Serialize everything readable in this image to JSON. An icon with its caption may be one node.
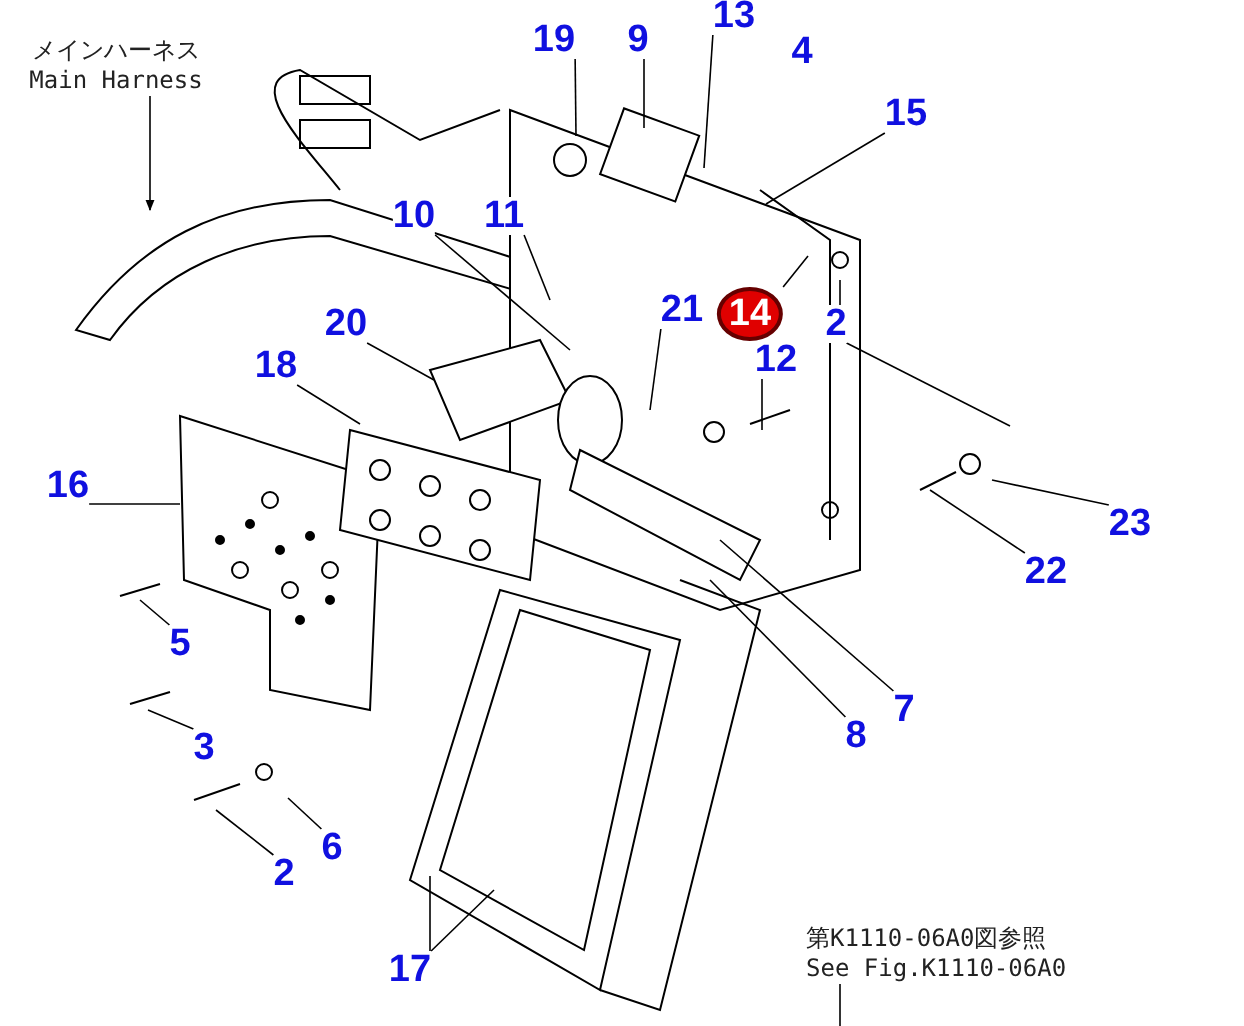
{
  "diagram": {
    "nodes": [
      {
        "text": [
          "メインハーネス Main Harness"
        ]
      },
      {
        "text": [
          "19"
        ]
      },
      {
        "text": [
          "9"
        ]
      },
      {
        "text": [
          "13"
        ]
      },
      {
        "text": [
          "4"
        ]
      },
      {
        "text": [
          "15"
        ]
      },
      {
        "text": [
          "10"
        ]
      },
      {
        "text": [
          "11"
        ]
      },
      {
        "text": [
          "20"
        ]
      },
      {
        "text": [
          "21"
        ]
      },
      {
        "text": [
          "14"
        ]
      },
      {
        "text": [
          "2"
        ]
      },
      {
        "text": [
          "12"
        ]
      },
      {
        "text": [
          "18"
        ]
      },
      {
        "text": [
          "16"
        ]
      },
      {
        "text": [
          "23"
        ]
      },
      {
        "text": [
          "22"
        ]
      },
      {
        "text": [
          "5"
        ]
      },
      {
        "text": [
          "7"
        ]
      },
      {
        "text": [
          "3"
        ]
      },
      {
        "text": [
          "8"
        ]
      },
      {
        "text": [
          "6"
        ]
      },
      {
        "text": [
          "2"
        ]
      },
      {
        "text": [
          "17"
        ]
      },
      {
        "text": [
          "第K1110-06A0図参照 See Fig.K1110-06A0"
        ]
      }
    ],
    "edges": [
      {
        "from": 0,
        "to": null,
        "arrow": "to"
      },
      {
        "from": 1,
        "to": null,
        "arrow": "none"
      },
      {
        "from": 2,
        "to": null,
        "arrow": "none"
      },
      {
        "from": 3,
        "to": null,
        "arrow": "none"
      },
      {
        "from": 5,
        "to": null,
        "arrow": "none"
      },
      {
        "from": 6,
        "to": null,
        "arrow": "none"
      },
      {
        "from": 7,
        "to": null,
        "arrow": "none"
      },
      {
        "from": 8,
        "to": null,
        "arrow": "none"
      },
      {
        "from": 9,
        "to": null,
        "arrow": "none"
      },
      {
        "from": 10,
        "to": null,
        "arrow": "none"
      },
      {
        "from": 11,
        "to": null,
        "arrow": "none"
      },
      {
        "from": 11,
        "to": null,
        "arrow": "none"
      },
      {
        "from": 12,
        "to": null,
        "arrow": "none"
      },
      {
        "from": 13,
        "to": null,
        "arrow": "none"
      },
      {
        "from": 14,
        "to": null,
        "arrow": "none"
      },
      {
        "from": 15,
        "to": null,
        "arrow": "none"
      },
      {
        "from": 16,
        "to": null,
        "arrow": "none"
      },
      {
        "from": 17,
        "to": null,
        "arrow": "none"
      },
      {
        "from": 18,
        "to": null,
        "arrow": "none"
      },
      {
        "from": 19,
        "to": null,
        "arrow": "none"
      },
      {
        "from": 20,
        "to": null,
        "arrow": "none"
      },
      {
        "from": 21,
        "to": null,
        "arrow": "none"
      },
      {
        "from": 22,
        "to": null,
        "arrow": "none"
      },
      {
        "from": 23,
        "to": null,
        "arrow": "none"
      },
      {
        "from": 23,
        "to": null,
        "arrow": "none"
      },
      {
        "from": 24,
        "to": null,
        "arrow": "none"
      }
    ]
  }
}
